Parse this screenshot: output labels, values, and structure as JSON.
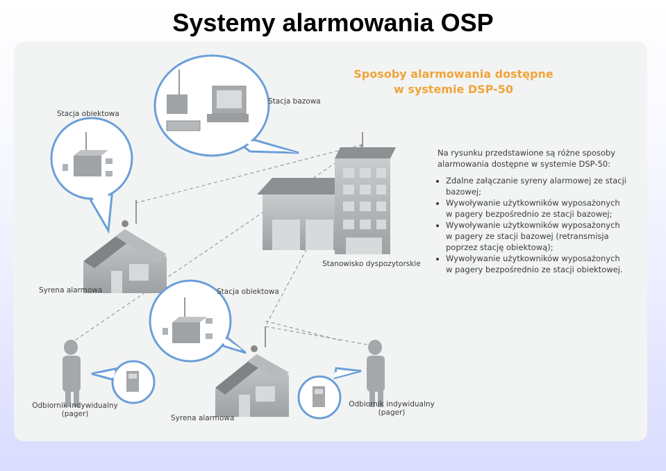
{
  "title": "Systemy alarmowania OSP",
  "figure": {
    "heading_line1": "Sposoby alarmowania dostępne",
    "heading_line2": "w systemie DSP-50",
    "intro": "Na rysunku przedstawione są różne sposoby alarmowania dostępne w systemie DSP-50:",
    "bullets": [
      "Zdalne załączanie syreny alarmowej ze stacji bazowej;",
      "Wywoływanie użytkowników wyposażonych w pagery bezpośrednio ze stacji bazowej;",
      "Wywoływanie użytkowników wyposażonych w pagery ze stacji bazowej (retransmisja poprzez stację obiektową);",
      "Wywoływanie użytkowników wyposażonych w pagery bezpośrednio ze stacji obiektowej."
    ],
    "labels": {
      "stacja_bazowa": "Stacja bazowa",
      "stacja_obiektowa_top": "Stacja obiektowa",
      "stacja_obiektowa_mid": "Stacja obiektowa",
      "syrena_top": "Syrena alarmowa",
      "syrena_bottom": "Syrena alarmowa",
      "stanowisko": "Stanowisko dyspozytorskie",
      "odbiornik_left_1": "Odbiornik indywidualny",
      "odbiornik_left_2": "(pager)",
      "odbiornik_right_1": "Odbiornik indywidualny",
      "odbiornik_right_2": "(pager)"
    },
    "colors": {
      "accent_heading": "#f0a43a",
      "building_gray": "#a9acae",
      "bubble_outline": "#6a9fd8"
    }
  }
}
